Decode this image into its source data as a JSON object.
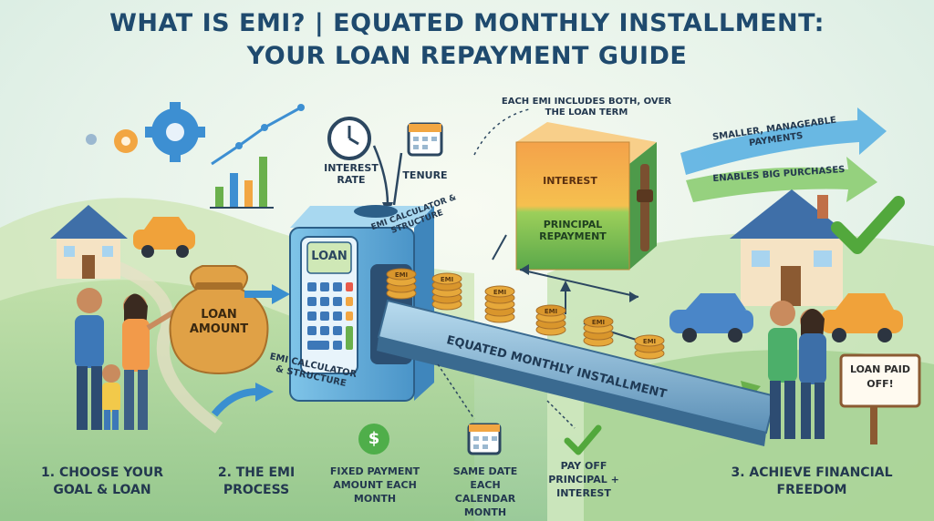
{
  "title": {
    "line1": "WHAT IS EMI? | EQUATED MONTHLY INSTALLMENT:",
    "line2": "YOUR LOAN REPAYMENT GUIDE"
  },
  "inputs": {
    "interest_rate": "INTEREST RATE",
    "tenure": "TENURE"
  },
  "loan_bag": "LOAN AMOUNT",
  "calculator": {
    "screen": "LOAN",
    "side_label": "EMI CALCULATOR & STRUCTURE",
    "front_label": "EMI CALCULATOR & STRUCTURE"
  },
  "conveyor_label": "EQUATED MONTHLY INSTALLMENT",
  "coin_label": "EMI",
  "breakdown": {
    "caption": "EACH EMI INCLUDES BOTH, OVER THE LOAN TERM",
    "interest": "INTEREST",
    "principal": "PRINCIPAL REPAYMENT"
  },
  "benefits": {
    "smaller": "SMALLER, MANAGEABLE PAYMENTS",
    "purchases": "ENABLES BIG PURCHASES"
  },
  "features": [
    {
      "icon": "dollar-icon",
      "label": "FIXED PAYMENT AMOUNT EACH MONTH"
    },
    {
      "icon": "calendar-icon",
      "label": "SAME DATE EACH CALENDAR MONTH"
    },
    {
      "icon": "checkmark-icon",
      "label": "PAY OFF PRINCIPAL + INTEREST"
    }
  ],
  "steps": [
    "1. CHOOSE YOUR GOAL & LOAN",
    "2. THE EMI PROCESS",
    "3. ACHIEVE FINANCIAL FREEDOM"
  ],
  "sign": "LOAN PAID OFF!",
  "colors": {
    "title": "#1f4a6e",
    "interest": "#f28b3c",
    "principal": "#6ab04c",
    "arrow": "#3a8fd0",
    "coin": "#e6a83a"
  }
}
